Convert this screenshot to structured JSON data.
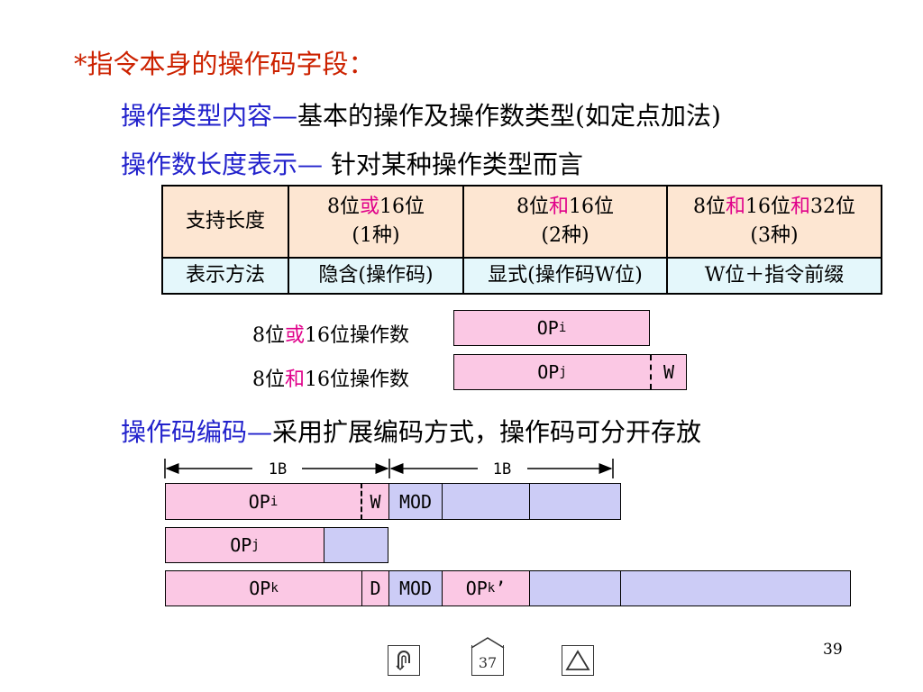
{
  "heading": "*指令本身的操作码字段：",
  "line1": {
    "label": "操作类型内容—",
    "text": "基本的操作及操作数类型(如定点加法)"
  },
  "line2": {
    "label": "操作数长度表示—",
    "text": " 针对某种操作类型而言"
  },
  "table": {
    "row1_header": "支持长度",
    "c1": {
      "a": "8位",
      "b": "或",
      "c": "16位",
      "d": "(1种)"
    },
    "c2": {
      "a": "8位",
      "b": "和",
      "c": "16位",
      "d": "(2种)"
    },
    "c3": {
      "a": "8位",
      "b": "和",
      "c": "16位",
      "e": "和",
      "f": "32位",
      "d": "(3种)"
    },
    "row2_header": "表示方法",
    "m1": "隐含(操作码)",
    "m2": "显式(操作码W位)",
    "m3": "W位＋指令前缀"
  },
  "ex1": {
    "pre": "8位",
    "mid": "或",
    "post": "16位操作数",
    "op": "OP",
    "sub": "i"
  },
  "ex2": {
    "pre": "8位",
    "mid": "和",
    "post": "16位操作数",
    "op": "OP",
    "sub": "j",
    "w": "W"
  },
  "line3": {
    "label": "操作码编码—",
    "text": "采用扩展编码方式，操作码可分开存放"
  },
  "format": {
    "byte1": "1B",
    "byte2": "1B",
    "row1": {
      "op": "OP",
      "sub": "i",
      "w": "W",
      "mod": "MOD"
    },
    "row2": {
      "op": "OP",
      "sub": "j"
    },
    "row3": {
      "op": "OP",
      "sub": "k",
      "d": "D",
      "mod": "MOD",
      "op2": "OP",
      "sub2": "k",
      "prime": "’"
    }
  },
  "page_number": "39",
  "nav": {
    "current": "37"
  },
  "colors": {
    "heading": "#cc2200",
    "label": "#2222cc",
    "highlight": "#e0008a",
    "opcode_fill": "#fbc8e4",
    "field_fill": "#ccccf6",
    "length_row": "#fde6d2",
    "method_row": "#e4f7fb"
  }
}
